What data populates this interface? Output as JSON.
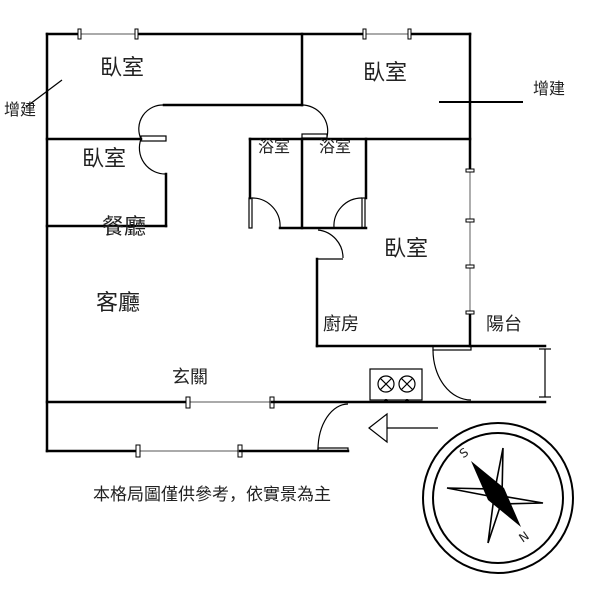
{
  "rooms": {
    "bedroom_top_left": "臥室",
    "bedroom_top_right": "臥室",
    "bedroom_mid_left": "臥室",
    "bathroom_1": "浴室",
    "bathroom_2": "浴室",
    "dining_room": "餐廳",
    "bedroom_right": "臥室",
    "living_room": "客廳",
    "kitchen": "廚房",
    "balcony": "陽台",
    "entrance": "玄關"
  },
  "annotations": {
    "extension_left": "增建",
    "extension_right": "增建"
  },
  "disclaimer": "本格局圖僅供參考，依實景為主",
  "compass": {
    "south_label": "S",
    "north_label": "N"
  }
}
